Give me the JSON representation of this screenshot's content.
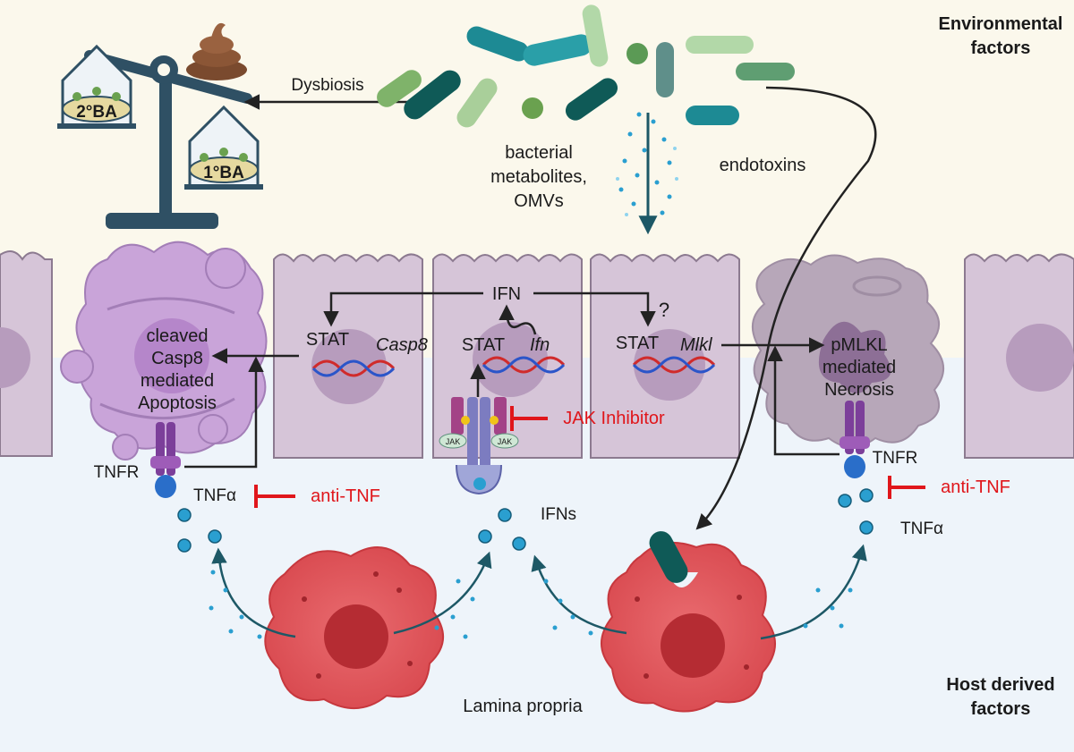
{
  "labels": {
    "environmental_factors": [
      "Environmental",
      "factors"
    ],
    "host_derived_factors": [
      "Host derived",
      "factors"
    ],
    "dysbiosis": "Dysbiosis",
    "secondary_ba": "2°BA",
    "primary_ba": "1°BA",
    "bacterial_metabolites": [
      "bacterial",
      "metabolites,",
      "OMVs"
    ],
    "endotoxins": "endotoxins",
    "ifn": "IFN",
    "question_mark": "?",
    "stat_left": "STAT",
    "casp8": "Casp8",
    "stat_mid": "STAT",
    "ifn_gene": "Ifn",
    "stat_right": "STAT",
    "mlkl": "Mlkl",
    "apoptosis": [
      "cleaved",
      "Casp8",
      "mediated",
      "Apoptosis"
    ],
    "necrosis": [
      "pMLKL",
      "mediated",
      "Necrosis"
    ],
    "tnfr_left": "TNFR",
    "tnfa_left": "TNFα",
    "anti_tnf_left": "anti-TNF",
    "ifns": "IFNs",
    "jak_inhibitor": "JAK Inhibitor",
    "jak_left": "JAK",
    "jak_right": "JAK",
    "tnfr_right": "TNFR",
    "anti_tnf_right": "anti-TNF",
    "tnfa_right": "TNFα",
    "lamina_propria": "Lamina propria"
  },
  "colors": {
    "top_background": "#fbf8ec",
    "bottom_background": "#eef4fa",
    "epithelial_cell": "#d6c5d8",
    "apoptotic_cell": "#c7a3d8",
    "necrotic_cell": "#b6a6b8",
    "macrophage": "#e05a5e",
    "inhibitor_red": "#e0161b",
    "arrow_teal": "#1d5866",
    "bacteria_dark": "#0f5a57",
    "bacteria_light": "#9bc99a"
  }
}
